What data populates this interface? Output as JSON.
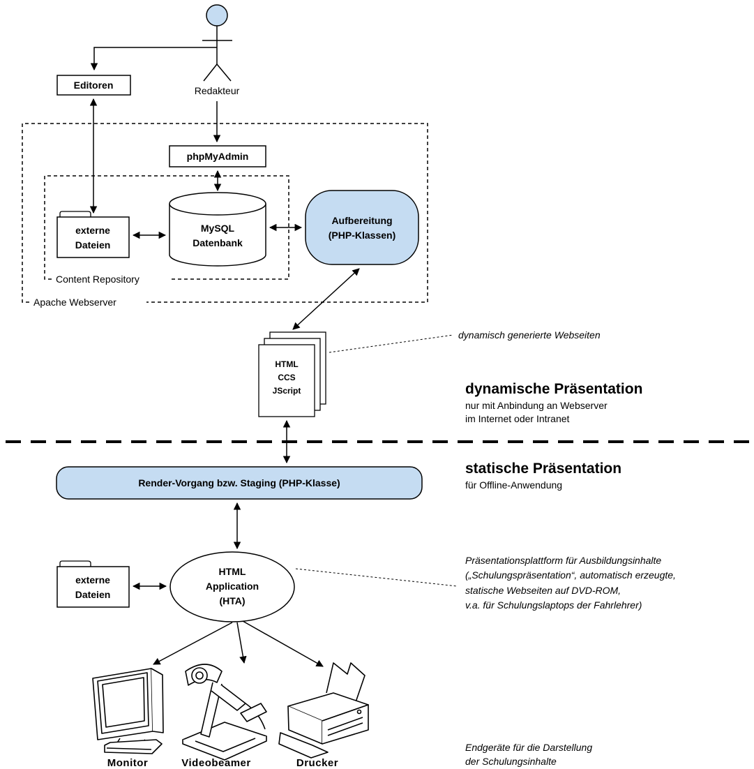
{
  "actor": {
    "label": "Redakteur"
  },
  "editors": {
    "label": "Editoren"
  },
  "phpmyadmin": {
    "label": "phpMyAdmin"
  },
  "mysql": {
    "line1": "MySQL",
    "line2": "Datenbank"
  },
  "external_files_top": {
    "line1": "externe",
    "line2": "Dateien"
  },
  "aufbereitung": {
    "line1": "Aufbereitung",
    "line2": "(PHP-Klassen)"
  },
  "content_repository": {
    "label": "Content Repository"
  },
  "apache": {
    "label": "Apache Webserver"
  },
  "pages_stack": {
    "line1": "HTML",
    "line2": "CCS",
    "line3": "JScript"
  },
  "dynamic_note": "dynamisch generierte Webseiten",
  "dynamic_section": {
    "title": "dynamische Präsentation",
    "sub1": "nur mit Anbindung an Webserver",
    "sub2": "im Internet oder Intranet"
  },
  "static_section": {
    "title": "statische Präsentation",
    "sub1": "für Offline-Anwendung"
  },
  "render": {
    "label": "Render-Vorgang bzw. Staging (PHP-Klasse)"
  },
  "hta": {
    "line1": "HTML",
    "line2": "Application",
    "line3": "(HTA)"
  },
  "external_files_bottom": {
    "line1": "externe",
    "line2": "Dateien"
  },
  "hta_note": {
    "line1": "Präsentationsplattform für Ausbildungsinhalte",
    "line2": "(„Schulungspräsentation“, automatisch erzeugte,",
    "line3": " statische Webseiten auf DVD-ROM,",
    "line4": " v.a. für Schulungslaptops der Fahrlehrer)"
  },
  "devices": {
    "monitor": "Monitor",
    "beamer": "Videobeamer",
    "printer": "Drucker"
  },
  "devices_note": {
    "line1": "Endgeräte für die Darstellung",
    "line2": "der Schulungsinhalte"
  },
  "colors": {
    "fill": "#c5dcf2",
    "stroke": "#000000"
  }
}
